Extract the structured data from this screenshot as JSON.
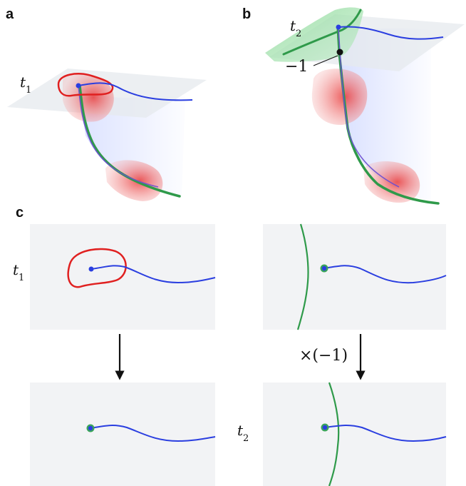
{
  "panels": {
    "a": {
      "letter": "a",
      "time_label": "t",
      "time_subscript": "1"
    },
    "b": {
      "letter": "b",
      "time_label": "t",
      "time_subscript": "2",
      "value_label": "−1"
    },
    "c": {
      "letter": "c",
      "top_left_label": "t",
      "top_left_subscript": "1",
      "bottom_right_label": "t",
      "bottom_right_subscript": "2",
      "operation_label": "×(−1)"
    }
  },
  "colors": {
    "blue": "#2a3ee0",
    "red": "#e02020",
    "green": "#2f9a4a",
    "slice": "#eef0f3",
    "wedge": "#c9d3ff",
    "panel_bg": "#f2f3f5"
  }
}
